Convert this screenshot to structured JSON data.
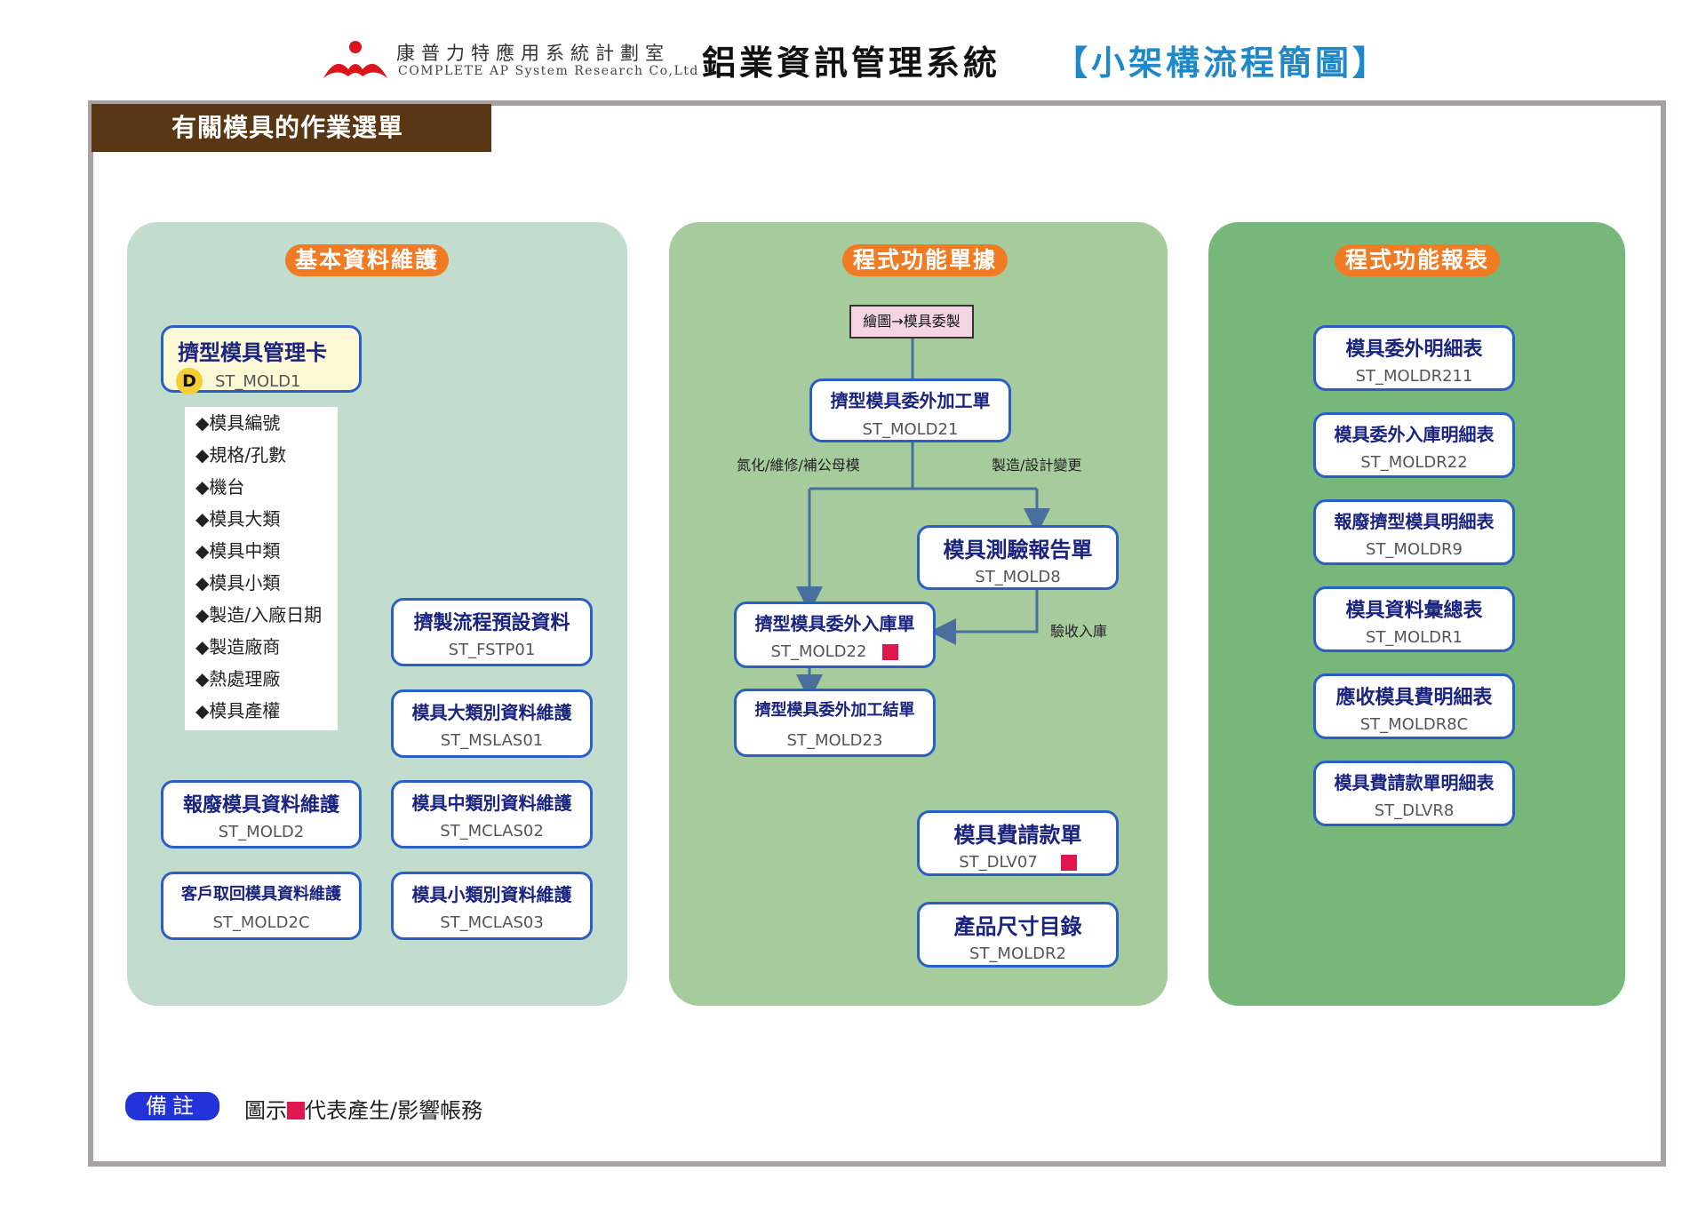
{
  "header": {
    "company_cn": "康普力特應用系統計劃室",
    "company_en": "COMPLETE AP System Research Co,Ltd",
    "system_title": "鋁業資訊管理系統",
    "system_sub": "【小架構流程簡圖】"
  },
  "menu_title": "有關模具的作業選單",
  "panels": {
    "basic": {
      "label": "基本資料維護",
      "mgmt_card": {
        "title": "擠型模具管理卡",
        "code": "ST_MOLD1",
        "badge": "D"
      },
      "fields": [
        "◆模具編號",
        "◆規格/孔數",
        "◆機台",
        "◆模具大類",
        "◆模具中類",
        "◆模具小類",
        "◆製造/入廠日期",
        "◆製造廠商",
        "◆熱處理廠",
        "◆模具產權"
      ],
      "items": [
        {
          "title": "擠製流程預設資料",
          "code": "ST_FSTP01"
        },
        {
          "title": "模具大類別資料維護",
          "code": "ST_MSLAS01"
        },
        {
          "title": "報廢模具資料維護",
          "code": "ST_MOLD2"
        },
        {
          "title": "模具中類別資料維護",
          "code": "ST_MCLAS02"
        },
        {
          "title": "客戶取回模具資料維護",
          "code": "ST_MOLD2C"
        },
        {
          "title": "模具小類別資料維護",
          "code": "ST_MCLAS03"
        }
      ]
    },
    "forms": {
      "label": "程式功能單據",
      "start": "繪圖→模具委製",
      "items": [
        {
          "title": "擠型模具委外加工單",
          "code": "ST_MOLD21"
        },
        {
          "title": "模具測驗報告單",
          "code": "ST_MOLD8"
        },
        {
          "title": "擠型模具委外入庫單",
          "code": "ST_MOLD22"
        },
        {
          "title": "擠型模具委外加工結單",
          "code": "ST_MOLD23"
        },
        {
          "title": "模具費請款單",
          "code": "ST_DLV07"
        },
        {
          "title": "產品尺寸目錄",
          "code": "ST_MOLDR2"
        }
      ],
      "edges": {
        "left": "氮化/維修/補公母模",
        "right": "製造/設計變更",
        "accept": "驗收入庫"
      }
    },
    "reports": {
      "label": "程式功能報表",
      "items": [
        {
          "title": "模具委外明細表",
          "code": "ST_MOLDR211"
        },
        {
          "title": "模具委外入庫明細表",
          "code": "ST_MOLDR22"
        },
        {
          "title": "報廢擠型模具明細表",
          "code": "ST_MOLDR9"
        },
        {
          "title": "模具資料彙總表",
          "code": "ST_MOLDR1"
        },
        {
          "title": "應收模具費明細表",
          "code": "ST_MOLDR8C"
        },
        {
          "title": "模具費請款單明細表",
          "code": "ST_DLVR8"
        }
      ]
    }
  },
  "note": {
    "label": "備註",
    "text_before": "圖示",
    "text_after": "代表產生/影響帳務"
  },
  "colors": {
    "brown": "#5a3714",
    "orange": "#f07b22",
    "blue_border": "#2a5fc7",
    "red_mark": "#e0174e",
    "note_blue": "#2233d9"
  }
}
